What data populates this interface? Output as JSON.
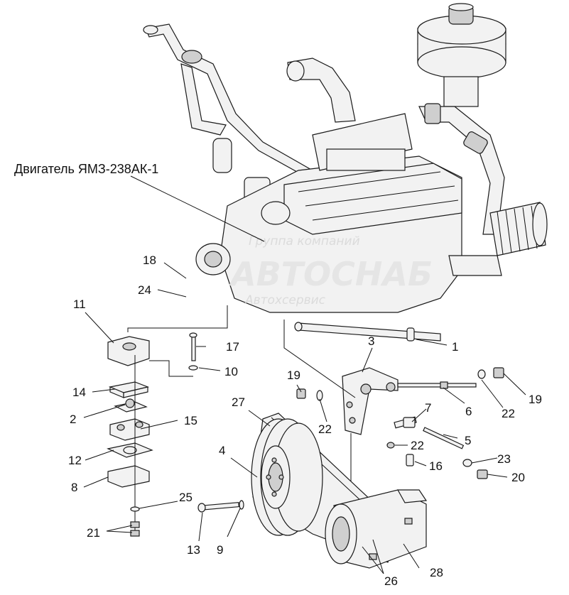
{
  "title": "Двигатель ЯМЗ-238АК-1",
  "watermark": {
    "line1": "Группа компаний",
    "line2": "АВТОСНАБ",
    "line3": "Автохсервис"
  },
  "callouts": [
    "1",
    "2",
    "3",
    "4",
    "5",
    "6",
    "7",
    "8",
    "9",
    "10",
    "11",
    "12",
    "13",
    "14",
    "15",
    "16",
    "17",
    "18",
    "19",
    "19",
    "20",
    "21",
    "22",
    "22",
    "22",
    "23",
    "24",
    "25",
    "26",
    "27",
    "28"
  ],
  "parts": {
    "engine": "engine-block",
    "compressor": "compressor",
    "pulley": "pulley",
    "bracket": "bracket"
  }
}
